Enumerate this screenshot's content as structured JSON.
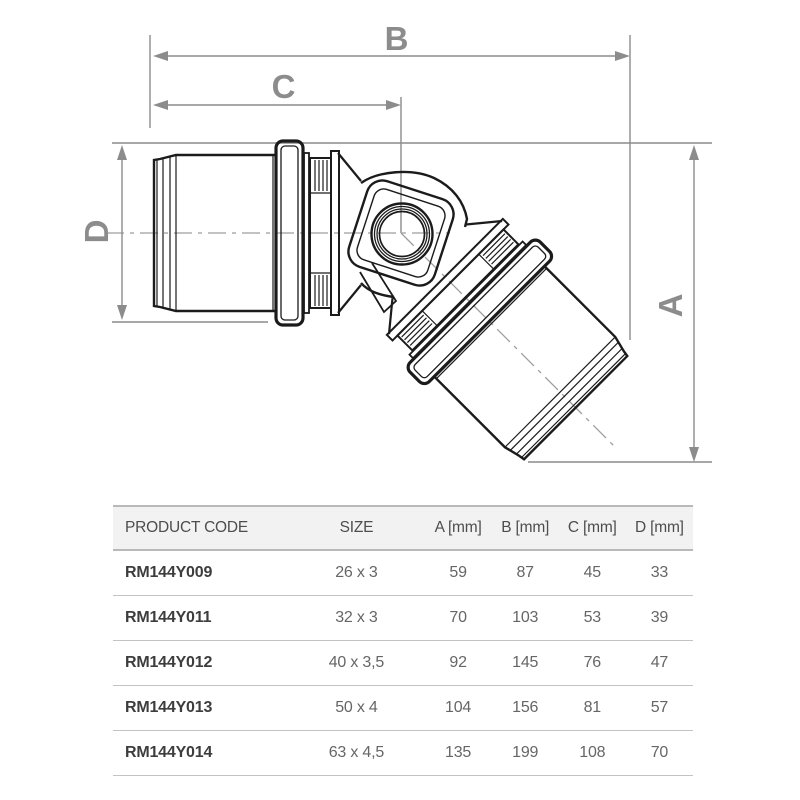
{
  "drawing": {
    "labels": {
      "a": "A",
      "b": "B",
      "c": "C",
      "d": "D"
    }
  },
  "table": {
    "headers": [
      "PRODUCT CODE",
      "SIZE",
      "A [mm]",
      "B [mm]",
      "C [mm]",
      "D [mm]"
    ],
    "rows": [
      [
        "RM144Y009",
        "26 x 3",
        "59",
        "87",
        "45",
        "33"
      ],
      [
        "RM144Y011",
        "32 x 3",
        "70",
        "103",
        "53",
        "39"
      ],
      [
        "RM144Y012",
        "40 x 3,5",
        "92",
        "145",
        "76",
        "47"
      ],
      [
        "RM144Y013",
        "50 x 4",
        "104",
        "156",
        "81",
        "57"
      ],
      [
        "RM144Y014",
        "63 x 4,5",
        "135",
        "199",
        "108",
        "70"
      ]
    ]
  },
  "colors": {
    "drawing_line": "#1b1b1b",
    "dimension": "#8c8c8c",
    "centerline": "#9e9e9e",
    "table_border": "#b9b9b9",
    "header_bg": "#f2f2f2",
    "header_text": "#4d4d4d",
    "code_text": "#3d3d3d",
    "cell_text": "#666666"
  }
}
